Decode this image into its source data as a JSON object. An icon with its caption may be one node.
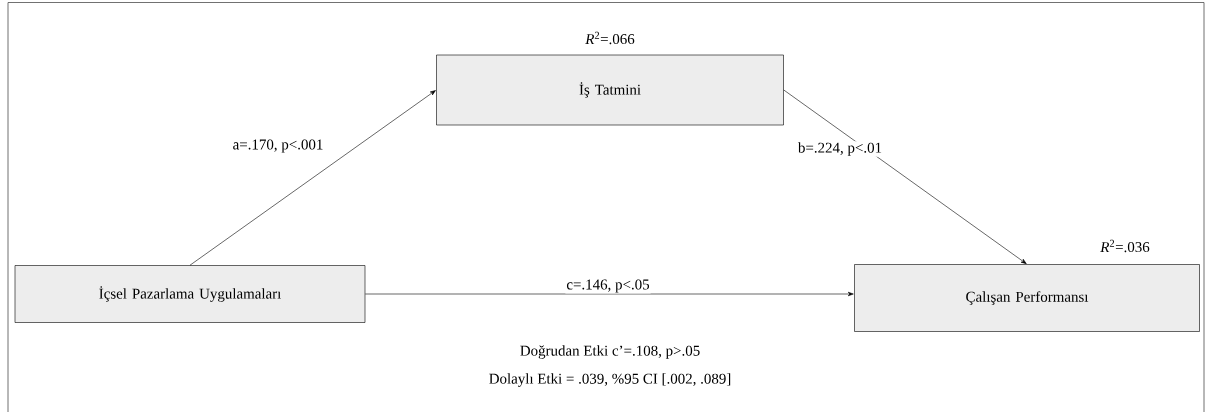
{
  "diagram": {
    "nodes": [
      {
        "text": [
          "İçsel Pazarlama Uygulamaları"
        ]
      },
      {
        "text": [
          "İş Tatmini"
        ],
        "beside": [
          "*R*$^{2}$=.066"
        ]
      },
      {
        "text": [
          "Çalışan Performansı"
        ],
        "beside": [
          "*R*$^{2}$=.036"
        ]
      }
    ],
    "edges": [
      {
        "from": 0,
        "to": 1,
        "arrow": "to",
        "label": "a=.170, p<.001"
      },
      {
        "from": 1,
        "to": 2,
        "arrow": "to",
        "label": "b=.224, p<.01"
      },
      {
        "from": 0,
        "to": 2,
        "arrow": "to",
        "label": "c=.146, p<.05"
      }
    ],
    "labels": [
      "Doğrudan Etki c’=.108, p>.05",
      "Dolaylı Etki = .039, %95 CI [.002, .089]"
    ]
  }
}
